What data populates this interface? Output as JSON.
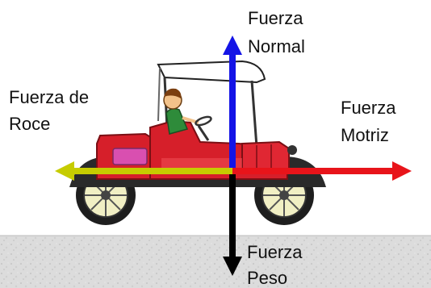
{
  "labels": {
    "normal": [
      "Fuerza",
      "Normal"
    ],
    "friction": [
      "Fuerza de",
      "Roce"
    ],
    "driving": [
      "Fuerza",
      "Motriz"
    ],
    "weight": [
      "Fuerza",
      "Peso"
    ]
  },
  "colors": {
    "normal_arrow": "#1414e6",
    "friction_arrow": "#c6cc00",
    "driving_arrow": "#e8141a",
    "weight_arrow": "#000000",
    "car_body": "#d61f2a",
    "ground": "#d9d9d9"
  },
  "icons": {
    "vehicle": "vintage-car-icon",
    "driver": "driver-icon",
    "surface": "ground-surface"
  }
}
